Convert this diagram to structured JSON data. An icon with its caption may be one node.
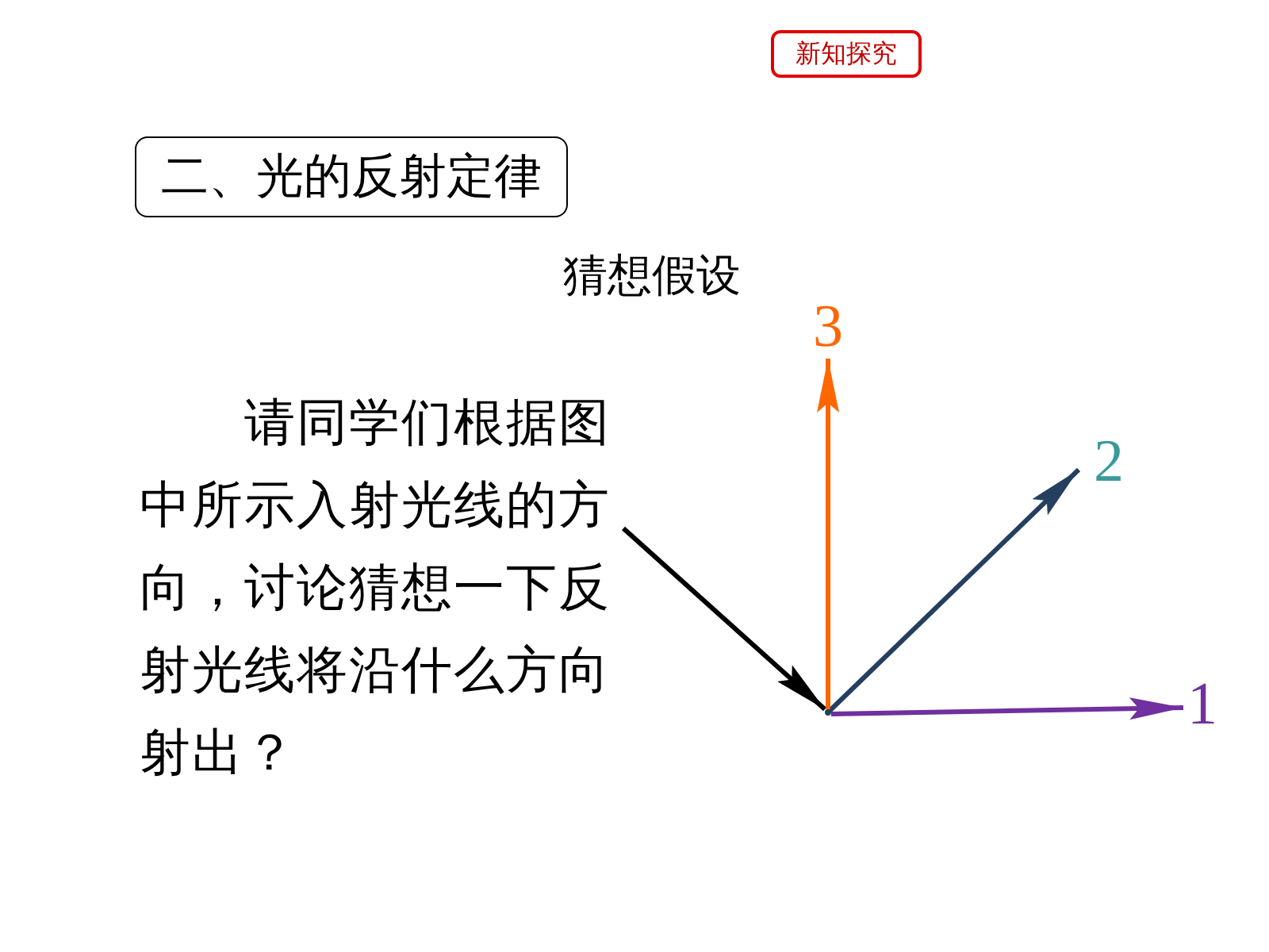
{
  "diagram": {
    "nodes": [
      {
        "text": [
          "新知探究"
        ]
      },
      {
        "text": [
          "二、光的反射定律"
        ]
      },
      {
        "text": [
          "3"
        ]
      },
      {
        "text": [
          "2"
        ]
      },
      {
        "text": [
          "1"
        ]
      },
      {
        "text": [],
        "shape": "point"
      }
    ],
    "edges": [
      {
        "from": null,
        "to": 5,
        "arrow": "to",
        "color": "#000000"
      },
      {
        "from": 5,
        "to": 4,
        "arrow": "to",
        "color": "#7030a0"
      },
      {
        "from": 5,
        "to": 3,
        "arrow": "to",
        "color": "#243f60"
      },
      {
        "from": 5,
        "to": 2,
        "arrow": "to",
        "color": "#ff6600"
      }
    ],
    "labels": [
      "猜想假设",
      "请同学们根据图中所示入射光线的方向，讨论猜想一下反射光线将沿什么方向射出？"
    ]
  }
}
